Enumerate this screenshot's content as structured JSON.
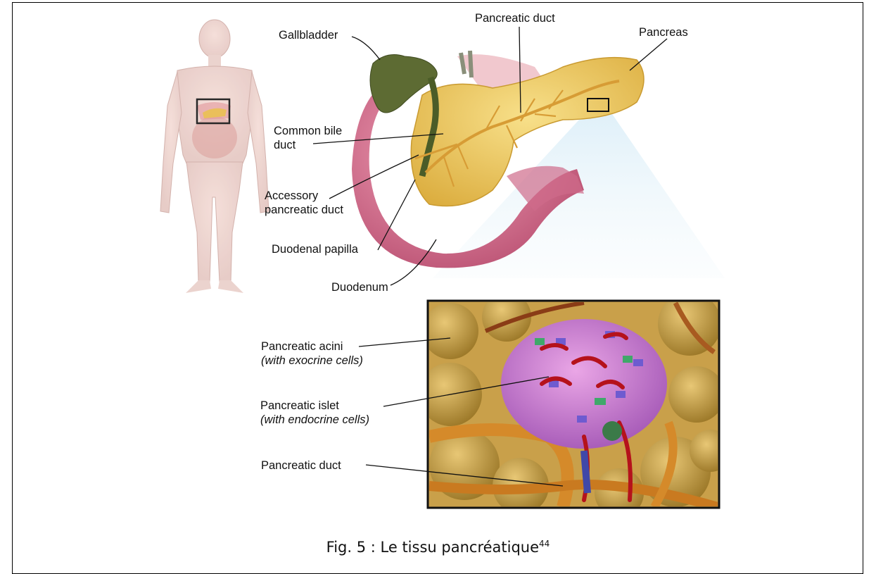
{
  "labels": {
    "gallbladder": "Gallbladder",
    "pancreatic_duct_top": "Pancreatic duct",
    "pancreas": "Pancreas",
    "common_bile_duct": [
      "Common bile",
      "duct"
    ],
    "accessory_duct": [
      "Accessory",
      "pancreatic duct"
    ],
    "duodenal_papilla": "Duodenal papilla",
    "duodenum": "Duodenum",
    "acini": [
      "Pancreatic acini",
      "(with exocrine cells)"
    ],
    "islet": [
      "Pancreatic islet",
      "(with endocrine cells)"
    ],
    "pancreatic_duct_bottom": "Pancreatic duct"
  },
  "caption": {
    "text": "Fig. 5 : Le tissu pancréatique",
    "footnote": "44"
  },
  "colors": {
    "pancreas": "#ecc960",
    "duodenum": "#d46a8a",
    "gallbladder": "#5d6b33",
    "islet": "#c77bd0",
    "duct": "#c9882a",
    "vessel": "#b5121b"
  }
}
